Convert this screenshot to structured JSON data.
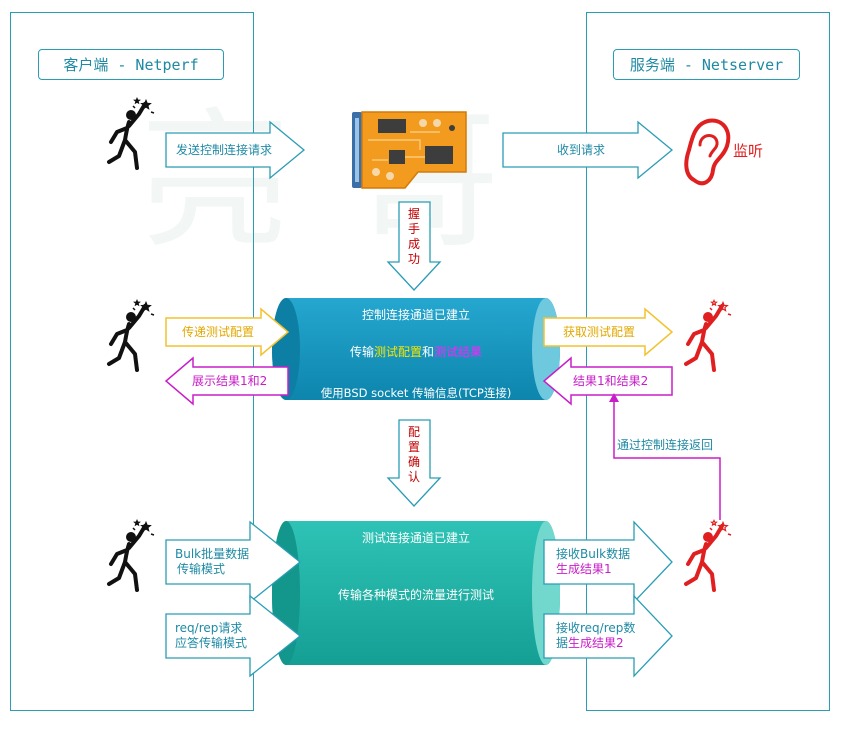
{
  "watermark": "亮哥",
  "client": {
    "title": "客户端 - Netperf"
  },
  "server": {
    "title": "服务端 - Netserver"
  },
  "section1": {
    "send_request": "发送控制连接请求",
    "receive_request": "收到请求",
    "listen": "监听",
    "handshake": [
      "握",
      "手",
      "成",
      "功"
    ]
  },
  "section2": {
    "pipe_title": "控制连接通道已建立",
    "pipe_line2_prefix": "传输",
    "pipe_line2_config": "测试配置",
    "pipe_line2_and": "和",
    "pipe_line2_result": "测试结果",
    "pipe_line3": "使用BSD socket 传输信息(TCP连接)",
    "pass_config": "传递测试配置",
    "show_results": "展示结果1和2",
    "get_config": "获取测试配置",
    "results": "结果1和结果2",
    "return_via": "通过控制连接返回",
    "config_confirm": [
      "配",
      "置",
      "确",
      "认"
    ]
  },
  "section3": {
    "pipe_title": "测试连接通道已建立",
    "pipe_body": "传输各种模式的流量进行测试",
    "bulk_line1": "Bulk批量数据",
    "bulk_line2": "传输模式",
    "reqrep_line1": "req/rep请求",
    "reqrep_line2": "应答传输模式",
    "recv_bulk_line1": "接收Bulk数据",
    "recv_bulk_line2": "生成结果1",
    "recv_req_line1": "接收req/rep数",
    "recv_req_line2_a": "据",
    "recv_req_line2_b": "生成结果2"
  },
  "colors": {
    "teal": "#1e8aa4",
    "pipe_blue": "#1a9ac2",
    "pipe_green": "#22b4a8",
    "orange_arrow": "#f2c230",
    "magenta": "#c81ec8",
    "red": "#e02020",
    "dark_red": "#c00000",
    "config_yellow": "#f5e600",
    "result_magenta": "#ff20ff"
  }
}
